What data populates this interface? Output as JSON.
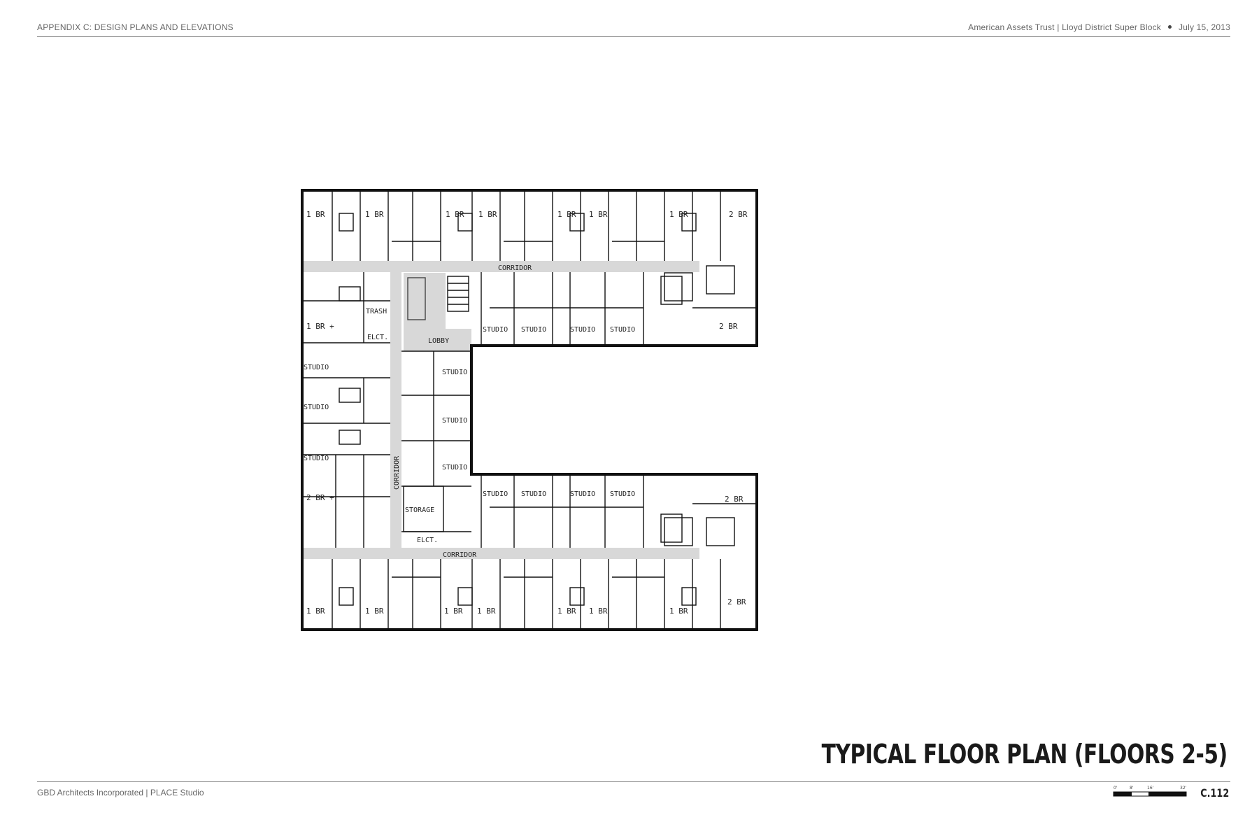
{
  "header": {
    "left": "APPENDIX C: DESIGN PLANS AND ELEVATIONS",
    "right_project": "American Assets Trust | Lloyd District Super Block",
    "right_date": "July 15, 2013"
  },
  "footer": {
    "credits": "GBD Architects Incorporated  |  PLACE Studio",
    "sheet_number": "C.112",
    "scale_ticks": [
      "0'",
      "8'",
      "16'",
      "32'"
    ]
  },
  "title": "TYPICAL FLOOR PLAN (FLOORS 2-5)",
  "plan_labels": {
    "top_units": [
      "1 BR",
      "1 BR",
      "1 BR",
      "1 BR",
      "1 BR",
      "1 BR",
      "1 BR",
      "2 BR"
    ],
    "bottom_units": [
      "1 BR",
      "1 BR",
      "1 BR",
      "1 BR",
      "1 BR",
      "1 BR",
      "1 BR",
      "2 BR"
    ],
    "corridor": "CORRIDOR",
    "trash": "TRASH",
    "elct": "ELCT.",
    "lobby": "LOBBY",
    "storage": "STORAGE",
    "studio": "STUDIO",
    "one_br_plus": "1 BR +",
    "two_br_plus": "2 BR +",
    "two_br": "2 BR"
  }
}
